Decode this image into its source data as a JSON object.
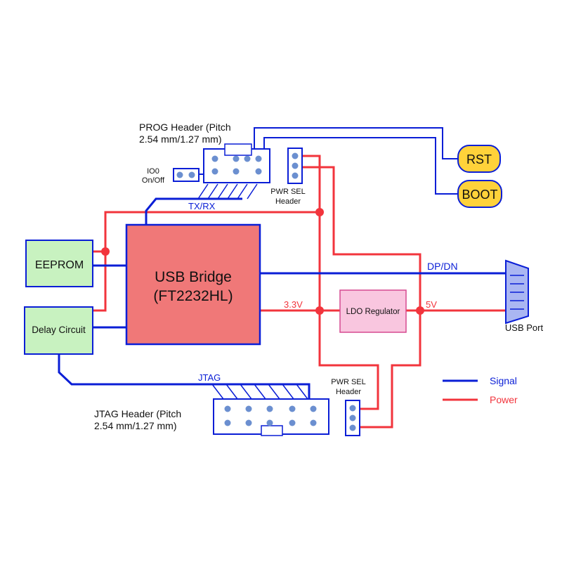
{
  "blocks": {
    "usb_bridge": {
      "line1": "USB Bridge",
      "line2": "(FT2232HL)"
    },
    "eeprom": "EEPROM",
    "delay_circuit": "Delay Circuit",
    "ldo_regulator": "LDO Regulator",
    "rst_button": "RST",
    "boot_button": "BOOT",
    "usb_port": "USB Port"
  },
  "headers": {
    "prog": {
      "line1": "PROG Header (Pitch",
      "line2": "2.54 mm/1.27 mm)"
    },
    "jtag": {
      "line1": "JTAG Header (Pitch",
      "line2": "2.54 mm/1.27 mm)"
    },
    "pwr_sel_top": {
      "line1": "PWR SEL",
      "line2": "Header"
    },
    "pwr_sel_bottom": {
      "line1": "PWR SEL",
      "line2": "Header"
    },
    "io0": {
      "line1": "IO0",
      "line2": "On/Off"
    }
  },
  "nets": {
    "tx_rx": "TX/RX",
    "dp_dn": "DP/DN",
    "v33": "3.3V",
    "v5": "5V",
    "jtag": "JTAG"
  },
  "legend": {
    "signal": "Signal",
    "power": "Power"
  },
  "colors": {
    "signal": "#0a1ed6",
    "power": "#f2343c",
    "usb_bridge_fill": "#f07878",
    "green_block_fill": "#c8f2c0",
    "ldo_fill": "#f9c6df",
    "button_fill": "#ffd23a"
  }
}
